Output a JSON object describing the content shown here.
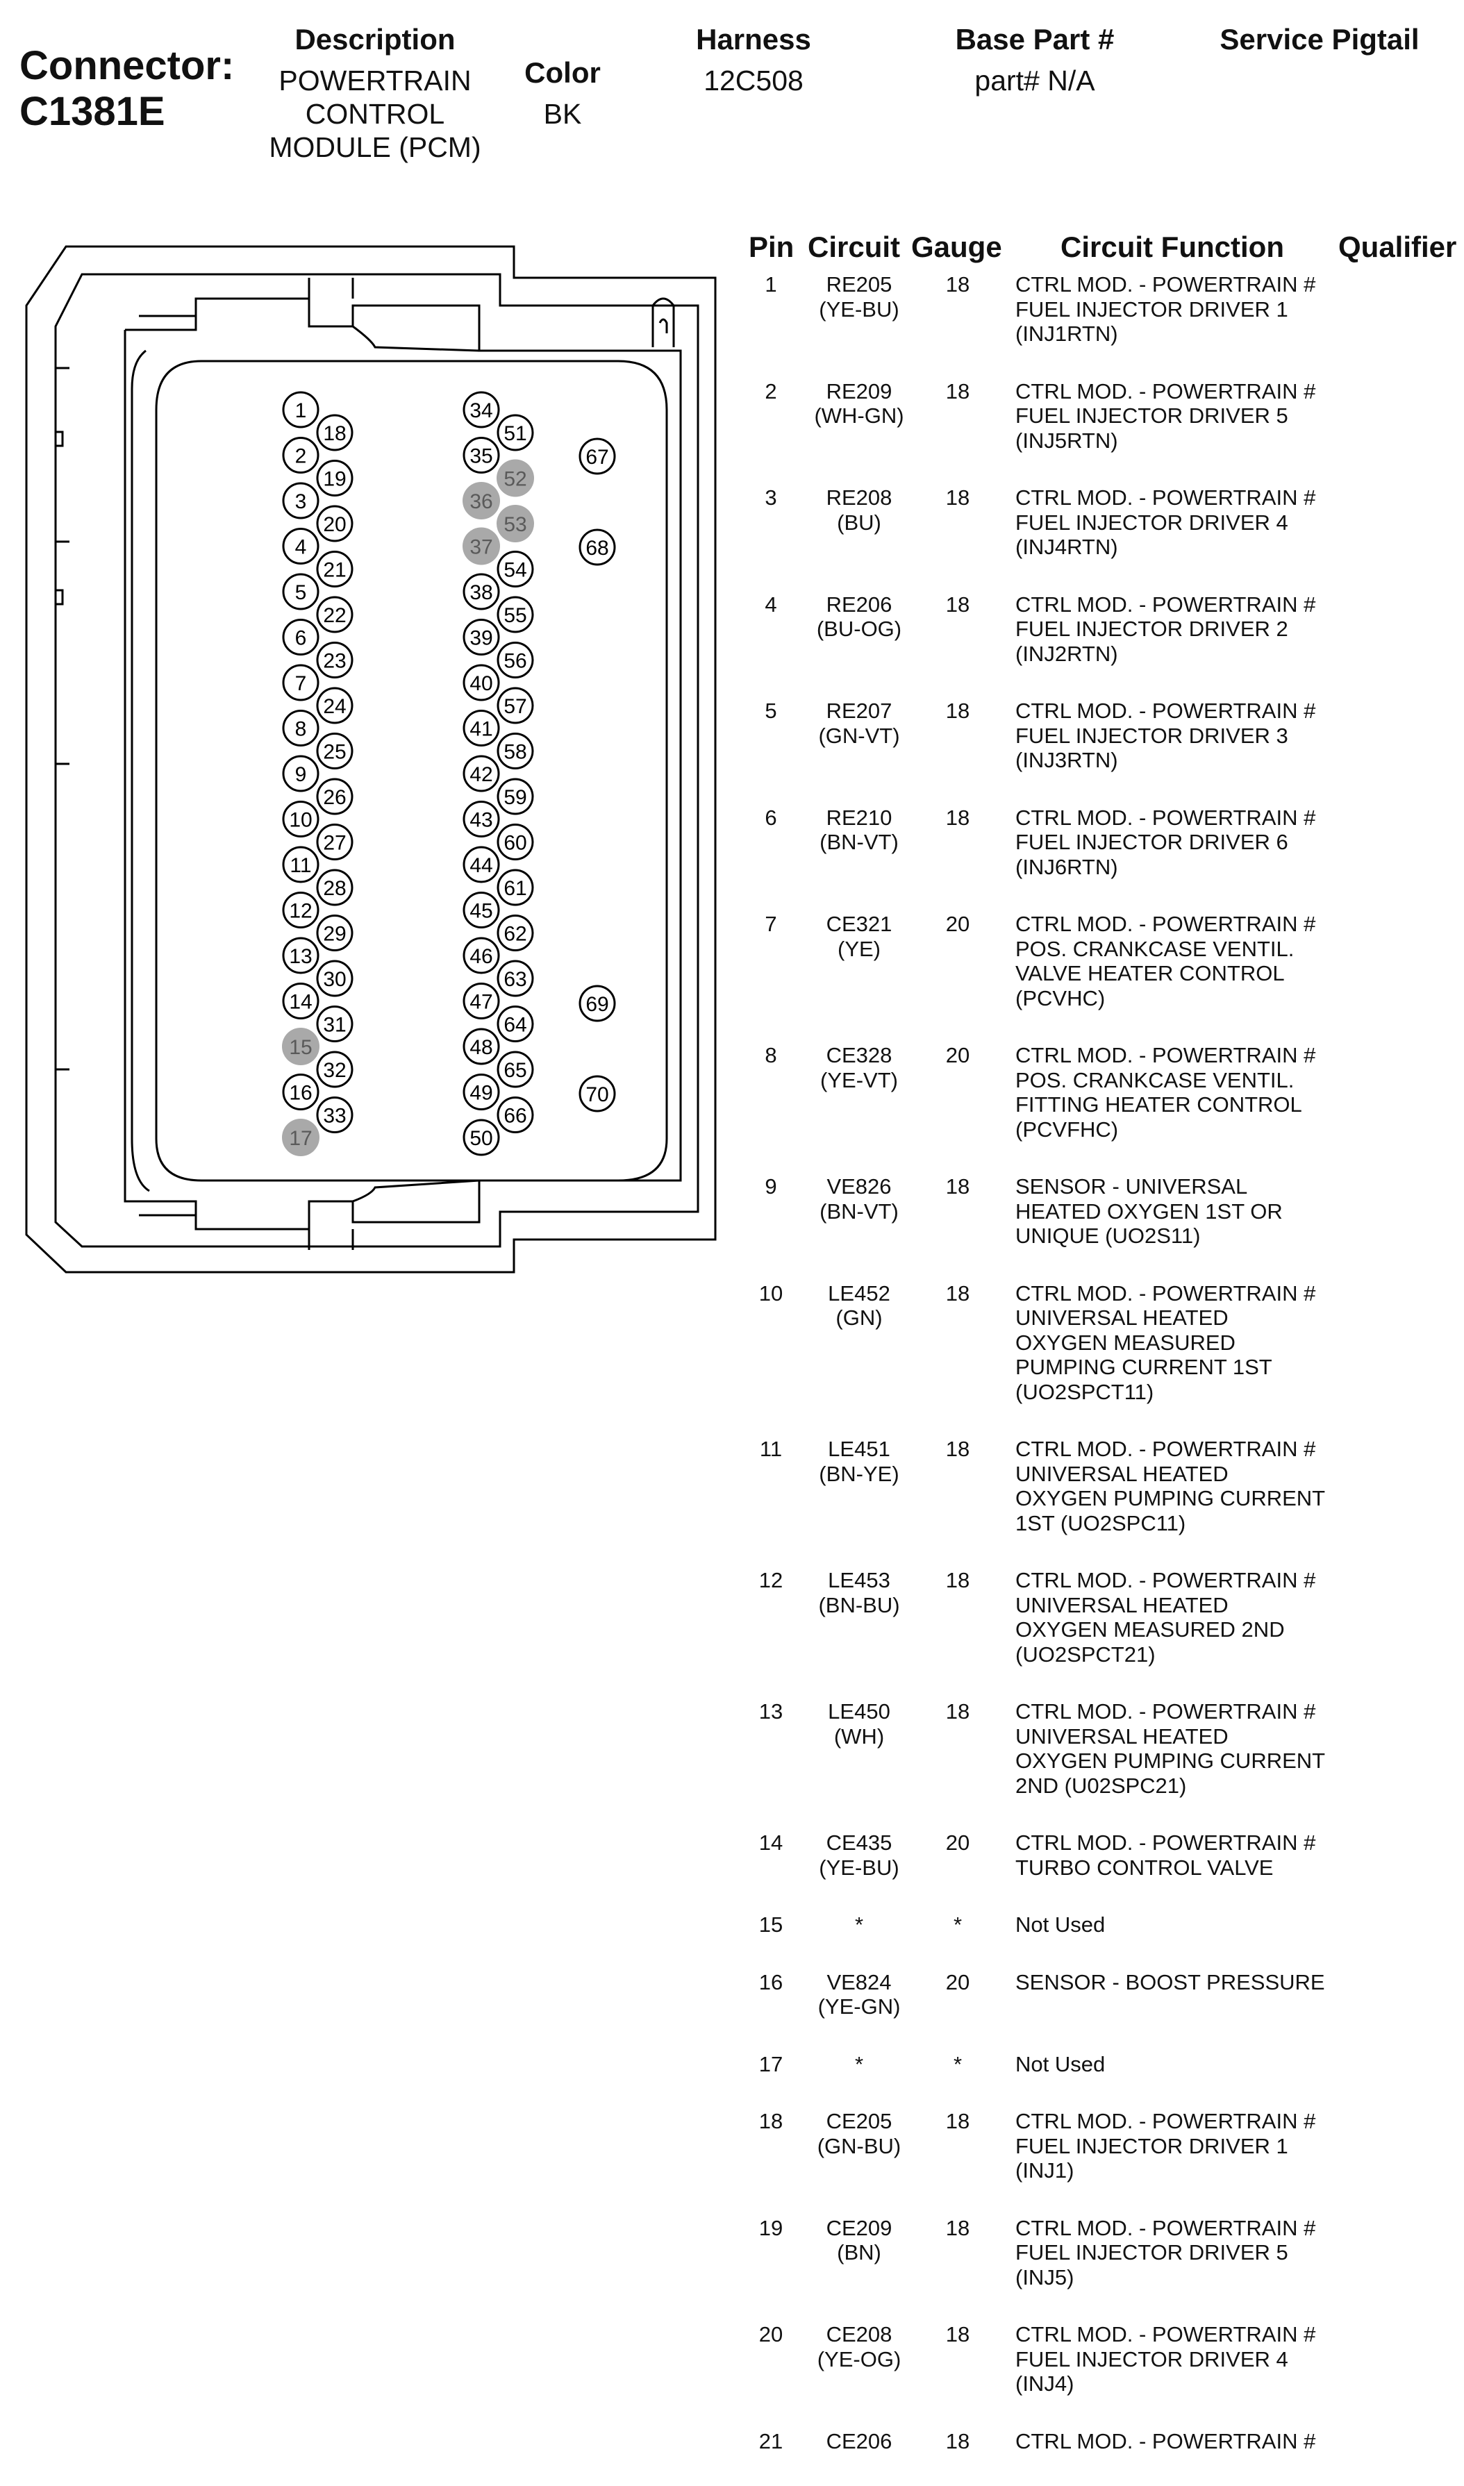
{
  "header": {
    "connector_label": "Connector:",
    "connector_id": "C1381E",
    "description_label": "Description",
    "description_value": "POWERTRAIN\nCONTROL\nMODULE (PCM)",
    "color_label": "Color",
    "color_value": "BK",
    "harness_label": "Harness",
    "harness_value": "12C508",
    "base_part_label": "Base Part #",
    "base_part_value": "part# N/A",
    "service_pigtail_label": "Service Pigtail"
  },
  "table_headers": {
    "pin": "Pin",
    "circuit": "Circuit",
    "gauge": "Gauge",
    "function": "Circuit Function",
    "qualifier": "Qualifier"
  },
  "rows": [
    {
      "pin": "1",
      "circuit": "RE205\n(YE-BU)",
      "gauge": "18",
      "function": "CTRL MOD. - POWERTRAIN #\nFUEL INJECTOR DRIVER 1\n(INJ1RTN)"
    },
    {
      "pin": "2",
      "circuit": "RE209\n(WH-GN)",
      "gauge": "18",
      "function": "CTRL MOD. - POWERTRAIN #\nFUEL INJECTOR DRIVER 5\n(INJ5RTN)"
    },
    {
      "pin": "3",
      "circuit": "RE208\n(BU)",
      "gauge": "18",
      "function": "CTRL MOD. - POWERTRAIN #\nFUEL INJECTOR DRIVER 4\n(INJ4RTN)"
    },
    {
      "pin": "4",
      "circuit": "RE206\n(BU-OG)",
      "gauge": "18",
      "function": "CTRL MOD. - POWERTRAIN #\nFUEL INJECTOR DRIVER 2\n(INJ2RTN)"
    },
    {
      "pin": "5",
      "circuit": "RE207\n(GN-VT)",
      "gauge": "18",
      "function": "CTRL MOD. - POWERTRAIN #\nFUEL INJECTOR DRIVER 3\n(INJ3RTN)"
    },
    {
      "pin": "6",
      "circuit": "RE210\n(BN-VT)",
      "gauge": "18",
      "function": "CTRL MOD. - POWERTRAIN #\nFUEL INJECTOR DRIVER 6\n(INJ6RTN)"
    },
    {
      "pin": "7",
      "circuit": "CE321\n(YE)",
      "gauge": "20",
      "function": "CTRL MOD. - POWERTRAIN #\nPOS. CRANKCASE VENTIL.\nVALVE HEATER CONTROL\n(PCVHC)"
    },
    {
      "pin": "8",
      "circuit": "CE328\n(YE-VT)",
      "gauge": "20",
      "function": "CTRL MOD. - POWERTRAIN #\nPOS. CRANKCASE VENTIL.\nFITTING HEATER CONTROL\n(PCVFHC)"
    },
    {
      "pin": "9",
      "circuit": "VE826\n(BN-VT)",
      "gauge": "18",
      "function": "SENSOR - UNIVERSAL\nHEATED OXYGEN 1ST OR\nUNIQUE (UO2S11)"
    },
    {
      "pin": "10",
      "circuit": "LE452\n(GN)",
      "gauge": "18",
      "function": "CTRL MOD. - POWERTRAIN #\nUNIVERSAL HEATED\nOXYGEN MEASURED\nPUMPING CURRENT 1ST\n(UO2SPCT11)"
    },
    {
      "pin": "11",
      "circuit": "LE451\n(BN-YE)",
      "gauge": "18",
      "function": "CTRL MOD. - POWERTRAIN #\nUNIVERSAL HEATED\nOXYGEN PUMPING CURRENT\n1ST (UO2SPC11)"
    },
    {
      "pin": "12",
      "circuit": "LE453\n(BN-BU)",
      "gauge": "18",
      "function": "CTRL MOD. - POWERTRAIN #\nUNIVERSAL HEATED\nOXYGEN MEASURED 2ND\n(UO2SPCT21)"
    },
    {
      "pin": "13",
      "circuit": "LE450\n(WH)",
      "gauge": "18",
      "function": "CTRL MOD. - POWERTRAIN #\nUNIVERSAL HEATED\nOXYGEN PUMPING CURRENT\n2ND (U02SPC21)"
    },
    {
      "pin": "14",
      "circuit": "CE435\n(YE-BU)",
      "gauge": "20",
      "function": "CTRL MOD. - POWERTRAIN #\nTURBO CONTROL VALVE"
    },
    {
      "pin": "15",
      "circuit": "*",
      "gauge": "*",
      "function": "Not Used"
    },
    {
      "pin": "16",
      "circuit": "VE824\n(YE-GN)",
      "gauge": "20",
      "function": "SENSOR - BOOST PRESSURE"
    },
    {
      "pin": "17",
      "circuit": "*",
      "gauge": "*",
      "function": "Not Used"
    },
    {
      "pin": "18",
      "circuit": "CE205\n(GN-BU)",
      "gauge": "18",
      "function": "CTRL MOD. - POWERTRAIN #\nFUEL INJECTOR DRIVER 1\n(INJ1)"
    },
    {
      "pin": "19",
      "circuit": "CE209\n(BN)",
      "gauge": "18",
      "function": "CTRL MOD. - POWERTRAIN #\nFUEL INJECTOR DRIVER 5\n(INJ5)"
    },
    {
      "pin": "20",
      "circuit": "CE208\n(YE-OG)",
      "gauge": "18",
      "function": "CTRL MOD. - POWERTRAIN #\nFUEL INJECTOR DRIVER 4\n(INJ4)"
    },
    {
      "pin": "21",
      "circuit": "CE206",
      "gauge": "18",
      "function": "CTRL MOD. - POWERTRAIN #"
    }
  ],
  "diagram": {
    "pin_labels": [
      "1",
      "2",
      "3",
      "4",
      "5",
      "6",
      "7",
      "8",
      "9",
      "10",
      "11",
      "12",
      "13",
      "14",
      "15",
      "16",
      "17",
      "18",
      "19",
      "20",
      "21",
      "22",
      "23",
      "24",
      "25",
      "26",
      "27",
      "28",
      "29",
      "30",
      "31",
      "32",
      "33",
      "34",
      "35",
      "36",
      "37",
      "38",
      "39",
      "40",
      "41",
      "42",
      "43",
      "44",
      "45",
      "46",
      "47",
      "48",
      "49",
      "50",
      "51",
      "52",
      "53",
      "54",
      "55",
      "56",
      "57",
      "58",
      "59",
      "60",
      "61",
      "62",
      "63",
      "64",
      "65",
      "66",
      "67",
      "68",
      "69",
      "70"
    ],
    "unused_pins": [
      "15",
      "17",
      "36",
      "37",
      "52",
      "53"
    ],
    "unused_fill": "#a9a9a9"
  }
}
